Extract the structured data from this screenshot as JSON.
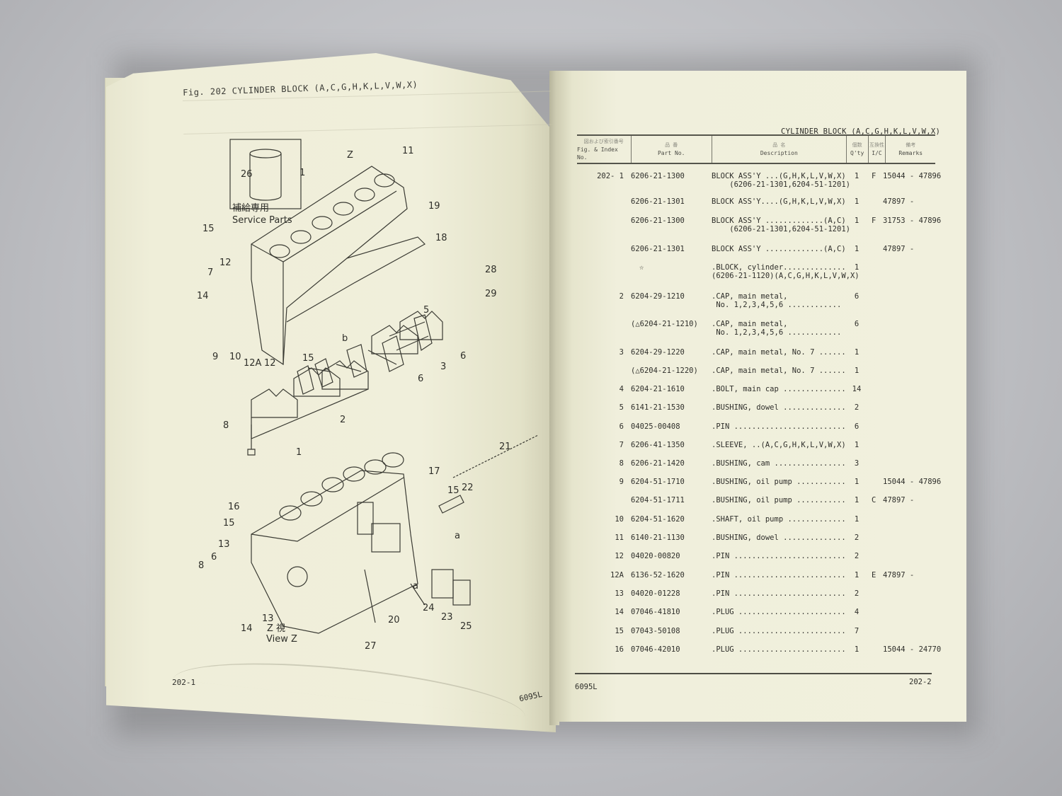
{
  "left_page": {
    "figure_title": "Fig. 202  CYLINDER BLOCK (A,C,G,H,K,L,V,W,X)",
    "service_parts_label_jp": "補給専用",
    "service_parts_label": "Service Parts",
    "view_label_jp": "Z 視",
    "view_label": "View Z",
    "view_marker": "Z",
    "callouts": {
      "top": [
        "26",
        "1",
        "11",
        "19",
        "18",
        "28",
        "29",
        "15",
        "12",
        "7",
        "14",
        "9",
        "10",
        "12A",
        "12",
        "15",
        "b",
        "5",
        "6",
        "3",
        "6",
        "2"
      ],
      "bottom": [
        "8",
        "1",
        "21",
        "17",
        "15",
        "22",
        "a",
        "16",
        "15",
        "13",
        "6",
        "8",
        "14",
        "13",
        "20",
        "a",
        "24",
        "23",
        "25",
        "27"
      ]
    },
    "page_number": "202-1",
    "model": "6095L"
  },
  "right_page": {
    "section_title": "CYLINDER BLOCK (A,C,G,H,K,L,V,W,X)",
    "headers": {
      "index": {
        "jp": "図および索引番号",
        "en": "Fig. & Index No."
      },
      "part": {
        "jp": "品 番",
        "en": "Part No."
      },
      "desc": {
        "jp": "品 名",
        "en": "Description"
      },
      "qty": {
        "jp": "個数",
        "en": "Q'ty"
      },
      "ic": {
        "jp": "互換性",
        "en": "I/C"
      },
      "remarks": {
        "jp": "備考",
        "en": "Remarks"
      }
    },
    "rows": [
      {
        "idx": "202- 1",
        "part": "6206-21-1300",
        "desc": "BLOCK ASS'Y ...(G,H,K,L,V,W,X)\n    (6206-21-1301,6204-51-1201)",
        "qty": "1",
        "ic": "F",
        "rem": "15044 - 47896"
      },
      {
        "idx": "",
        "part": "6206-21-1301",
        "desc": "BLOCK ASS'Y....(G,H,K,L,V,W,X)",
        "qty": "1",
        "ic": "",
        "rem": "47897 -"
      },
      {
        "idx": "",
        "part": "6206-21-1300",
        "desc": "BLOCK ASS'Y .............(A,C)\n    (6206-21-1301,6204-51-1201)",
        "qty": "1",
        "ic": "F",
        "rem": "31753 - 47896"
      },
      {
        "idx": "",
        "part": "6206-21-1301",
        "desc": "BLOCK ASS'Y .............(A,C)",
        "qty": "1",
        "ic": "",
        "rem": "47897 -"
      },
      {
        "idx": "",
        "part": "☆",
        "desc": ".BLOCK, cylinder..............\n(6206-21-1120)(A,C,G,H,K,L,V,W,X)",
        "qty": "1",
        "ic": "",
        "rem": ""
      },
      {
        "idx": "2",
        "part": "6204-29-1210",
        "desc": ".CAP, main metal,\n No. 1,2,3,4,5,6 ............",
        "qty": "6",
        "ic": "",
        "rem": ""
      },
      {
        "idx": "",
        "part": "(△6204-21-1210)",
        "desc": ".CAP, main metal,\n No. 1,2,3,4,5,6 ............",
        "qty": "6",
        "ic": "",
        "rem": ""
      },
      {
        "idx": "3",
        "part": "6204-29-1220",
        "desc": ".CAP, main metal, No. 7 ......",
        "qty": "1",
        "ic": "",
        "rem": ""
      },
      {
        "idx": "",
        "part": "(△6204-21-1220)",
        "desc": ".CAP, main metal, No. 7 ......",
        "qty": "1",
        "ic": "",
        "rem": ""
      },
      {
        "idx": "4",
        "part": "6204-21-1610",
        "desc": ".BOLT, main cap ..............",
        "qty": "14",
        "ic": "",
        "rem": ""
      },
      {
        "idx": "5",
        "part": "6141-21-1530",
        "desc": ".BUSHING, dowel ..............",
        "qty": "2",
        "ic": "",
        "rem": ""
      },
      {
        "idx": "6",
        "part": "04025-00408",
        "desc": ".PIN .........................",
        "qty": "6",
        "ic": "",
        "rem": ""
      },
      {
        "idx": "7",
        "part": "6206-41-1350",
        "desc": ".SLEEVE, ..(A,C,G,H,K,L,V,W,X)",
        "qty": "1",
        "ic": "",
        "rem": ""
      },
      {
        "idx": "8",
        "part": "6206-21-1420",
        "desc": ".BUSHING, cam ................",
        "qty": "3",
        "ic": "",
        "rem": ""
      },
      {
        "idx": "9",
        "part": "6204-51-1710",
        "desc": ".BUSHING, oil pump ...........",
        "qty": "1",
        "ic": "",
        "rem": "15044 - 47896"
      },
      {
        "idx": "",
        "part": "6204-51-1711",
        "desc": ".BUSHING, oil pump ...........",
        "qty": "1",
        "ic": "C",
        "rem": "47897 -"
      },
      {
        "idx": "10",
        "part": "6204-51-1620",
        "desc": ".SHAFT, oil pump .............",
        "qty": "1",
        "ic": "",
        "rem": ""
      },
      {
        "idx": "11",
        "part": "6140-21-1130",
        "desc": ".BUSHING, dowel ..............",
        "qty": "2",
        "ic": "",
        "rem": ""
      },
      {
        "idx": "12",
        "part": "04020-00820",
        "desc": ".PIN .........................",
        "qty": "2",
        "ic": "",
        "rem": ""
      },
      {
        "idx": "12A",
        "part": "6136-52-1620",
        "desc": ".PIN .........................",
        "qty": "1",
        "ic": "E",
        "rem": "47897 -"
      },
      {
        "idx": "13",
        "part": "04020-01228",
        "desc": ".PIN .........................",
        "qty": "2",
        "ic": "",
        "rem": ""
      },
      {
        "idx": "14",
        "part": "07046-41810",
        "desc": ".PLUG ........................",
        "qty": "4",
        "ic": "",
        "rem": ""
      },
      {
        "idx": "15",
        "part": "07043-50108",
        "desc": ".PLUG ........................",
        "qty": "7",
        "ic": "",
        "rem": ""
      },
      {
        "idx": "16",
        "part": "07046-42010",
        "desc": ".PLUG ........................",
        "qty": "1",
        "ic": "",
        "rem": "15044 - 24770"
      }
    ],
    "model": "6095L",
    "page_number": "202-2"
  }
}
